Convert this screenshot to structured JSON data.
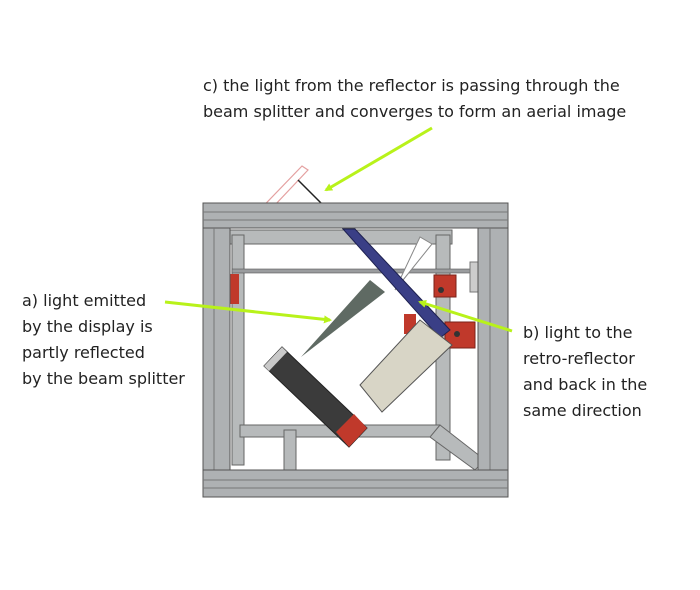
{
  "labels": {
    "c": {
      "lines": [
        "c) the light from the reflector is passing through the",
        "beam splitter and converges to form an aerial image"
      ]
    },
    "a": {
      "lines": [
        "a) light emitted",
        "by the display is",
        "partly reflected",
        "by the beam splitter"
      ]
    },
    "b": {
      "lines": [
        "b) light to the",
        "retro-reflector",
        "and back in the",
        "same direction"
      ]
    }
  },
  "colors": {
    "arrow": "#b8f21a",
    "frame": "#a9acae",
    "beam_splitter": "#3a3f86",
    "bracket": "#c0392b",
    "display": "#3b3b3b",
    "retro_reflector": "#d8d5c6"
  }
}
